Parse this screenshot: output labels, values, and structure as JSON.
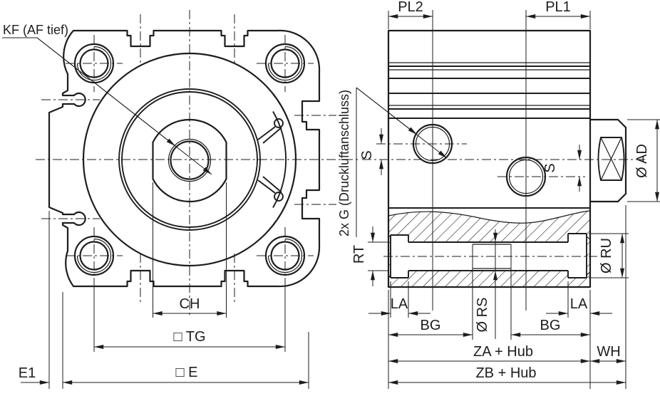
{
  "colors": {
    "line": "#1d1d1d",
    "background": "#ffffff"
  },
  "front_view": {
    "kf_leader": "KF (AF tief)",
    "ch": "CH",
    "tg": "□ TG",
    "e1": "E1",
    "e": "□ E"
  },
  "side_view": {
    "pl2": "PL2",
    "pl1": "PL1",
    "port_callout": "2x G (Druckluftanschluss)",
    "s_top": "S",
    "s_bottom": "S",
    "ad": "Ø AD",
    "rt": "RT",
    "ru": "Ø RU",
    "rs": "Ø RS",
    "la_left": "LA",
    "la_right": "LA",
    "bg_left": "BG",
    "bg_right": "BG",
    "za_hub": "ZA + Hub",
    "wh": "WH",
    "zb_hub": "ZB + Hub"
  }
}
